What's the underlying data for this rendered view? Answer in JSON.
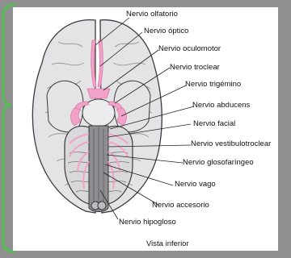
{
  "labels": {
    "olfatorio": "Nervio olfatorio",
    "optico": "Nervio óptico",
    "oculomotor": "Nervio oculomotor",
    "troclear": "Nervio troclear",
    "trigemino": "Nervio trigémino",
    "abducens": "Nervio abducens",
    "facial": "Nervio facial",
    "vestibulotroclear": "Nervio vestibulotroclear",
    "glosofaringeo": "Nervio glosofaríngeo",
    "vago": "Nervio vago",
    "accesorio": "Nervio accesorio",
    "hipogloso": "Nervio hipogloso"
  },
  "caption": "Vista inferior",
  "colors": {
    "frame": "#8f8f8f",
    "bracket": "#5cb85c",
    "brain": "#e4e4e6",
    "brain_outline": "#3a3a3a",
    "nerve": "#f2a2c8",
    "leader": "#222222"
  }
}
